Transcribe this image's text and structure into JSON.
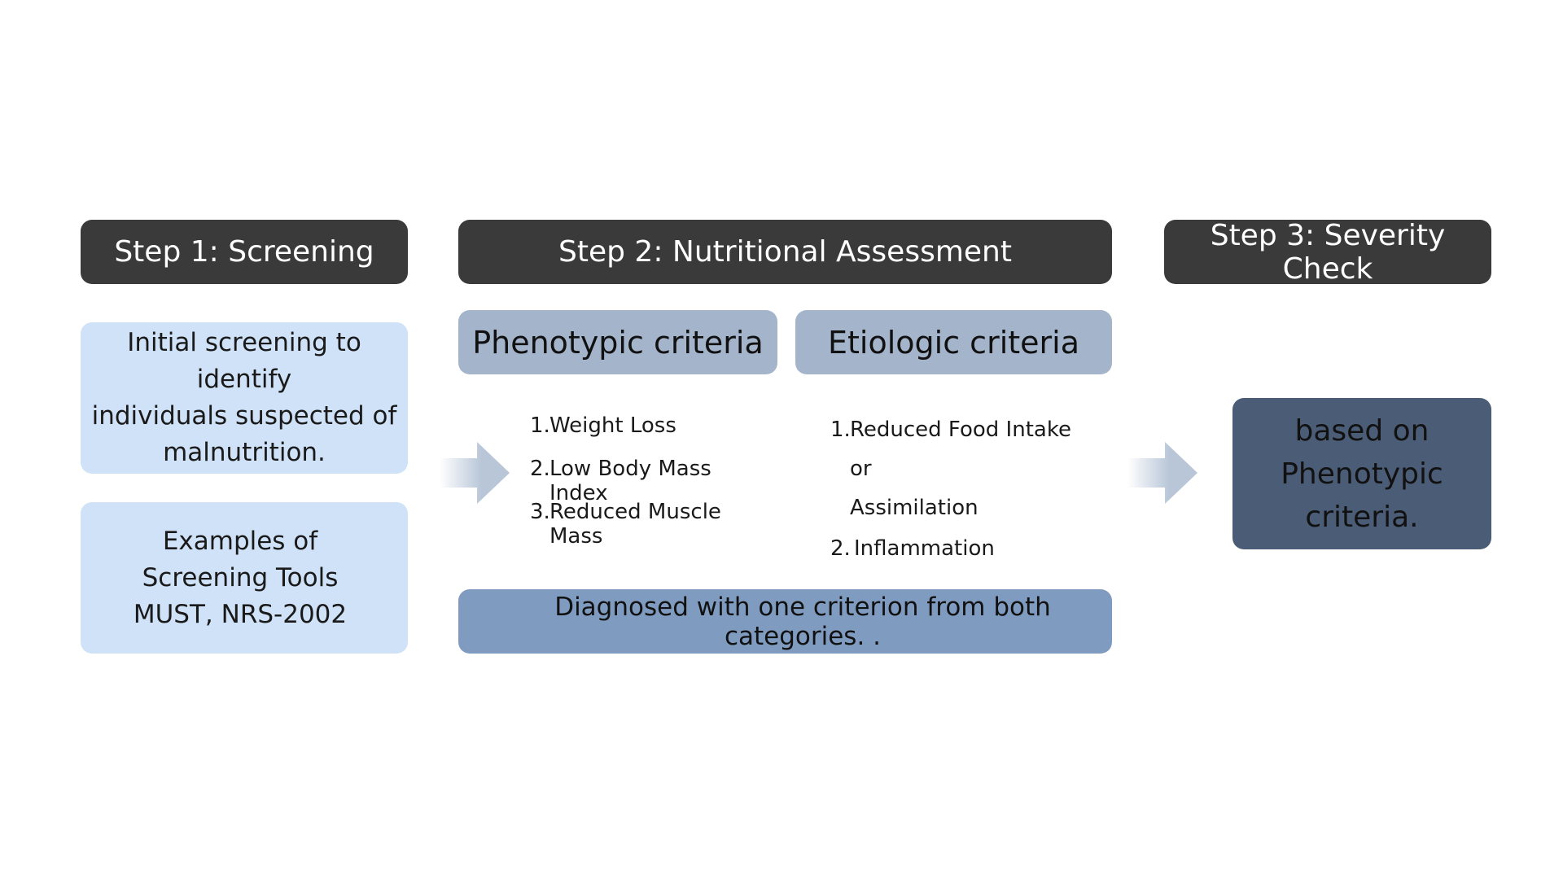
{
  "step1": {
    "title": "Step 1: Screening",
    "box1_lines": [
      "Initial screening to identify",
      "individuals suspected of",
      "malnutrition."
    ],
    "box2_lines": [
      "Examples of",
      "Screening Tools",
      "MUST, NRS-2002"
    ]
  },
  "step2": {
    "title": "Step 2: Nutritional Assessment",
    "phenotypic": {
      "label": "Phenotypic criteria",
      "items": [
        {
          "num": "1.",
          "text": "Weight Loss"
        },
        {
          "num": "2.",
          "text": "Low Body Mass Index"
        },
        {
          "num": "3.",
          "text": "Reduced Muscle Mass"
        }
      ]
    },
    "etiologic": {
      "label": "Etiologic criteria",
      "items": [
        {
          "num": "1.",
          "lines": [
            "Reduced Food Intake or",
            "Assimilation"
          ]
        },
        {
          "num": "2.",
          "lines": [
            "Inflammation"
          ]
        }
      ]
    },
    "diagnosis": "Diagnosed with one criterion from both  categories. ."
  },
  "step3": {
    "title": "Step 3: Severity Check",
    "box_lines": [
      "based on",
      "Phenotypic",
      "criteria."
    ]
  },
  "colors": {
    "header": "#3a3a3a",
    "light_box": "#cfe2f7",
    "criteria_box": "#a3b4cb",
    "diagnosis_box": "#7f9cc0",
    "severity_box": "#4b5d76",
    "arrow": "#b8c6d8"
  }
}
